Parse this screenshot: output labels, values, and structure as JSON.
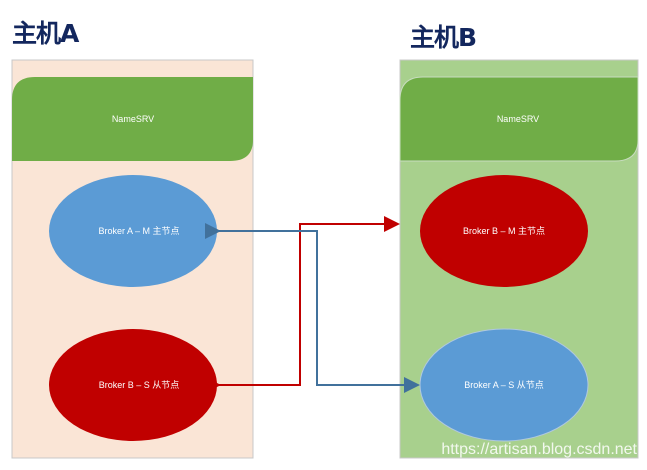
{
  "host_a": {
    "title": "主机A",
    "namesrv": "NameSRV",
    "broker_master": "Broker A  –  M 主节点",
    "broker_slave": "Broker B  –  S 从节点"
  },
  "host_b": {
    "title": "主机B",
    "namesrv": "NameSRV",
    "broker_master": "Broker B –  M 主节点",
    "broker_slave": "Broker A  –  S 从节点"
  },
  "watermark": "https://artisan.blog.csdn.net",
  "colors": {
    "host_a_bg": "#fae5d6",
    "host_b_bg": "#a8d08d",
    "namesrv": "#70ad47",
    "red": "#c00000",
    "blue": "#5b9bd5",
    "connector_blue": "#41719c"
  }
}
